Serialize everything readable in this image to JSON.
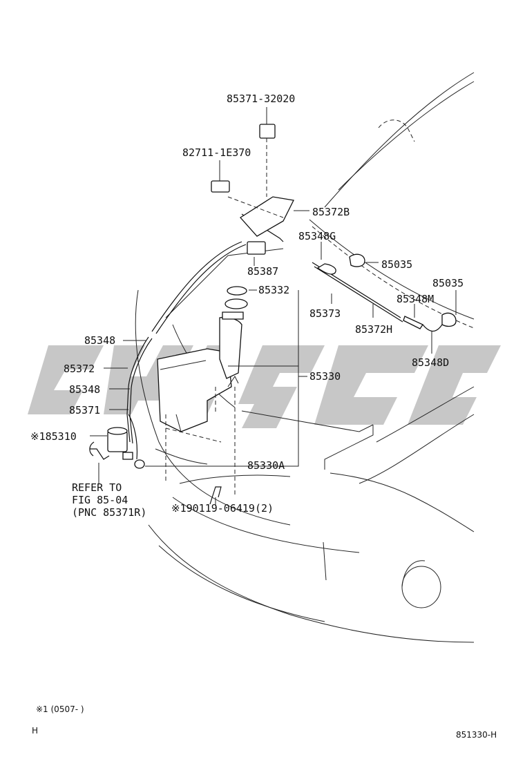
{
  "diagram_title": "",
  "callouts": {
    "p85371_32020": "85371-32020",
    "p82711_1E370": "82711-1E370",
    "p85372B": "85372B",
    "p85348G": "85348G",
    "p85035_a": "85035",
    "p85035_b": "85035",
    "p85387": "85387",
    "p85332": "85332",
    "p85348M": "85348M",
    "p85373": "85373",
    "p85372H": "85372H",
    "p85348_a": "85348",
    "p85348D": "85348D",
    "p85372": "85372",
    "p85330": "85330",
    "p85348_b": "85348",
    "p85371": "85371",
    "p85310": "※185310",
    "p85330A": "85330A",
    "p90119": "※190119-06419(2)"
  },
  "reference_note": {
    "line1": "REFER TO",
    "line2": "FIG 85-04",
    "line3": "(PNC 85371R)"
  },
  "footnote": "※1 (0507-      )",
  "corner_mark": "H",
  "figure_code": "851330-H",
  "watermark_color": "#bdbdbd"
}
